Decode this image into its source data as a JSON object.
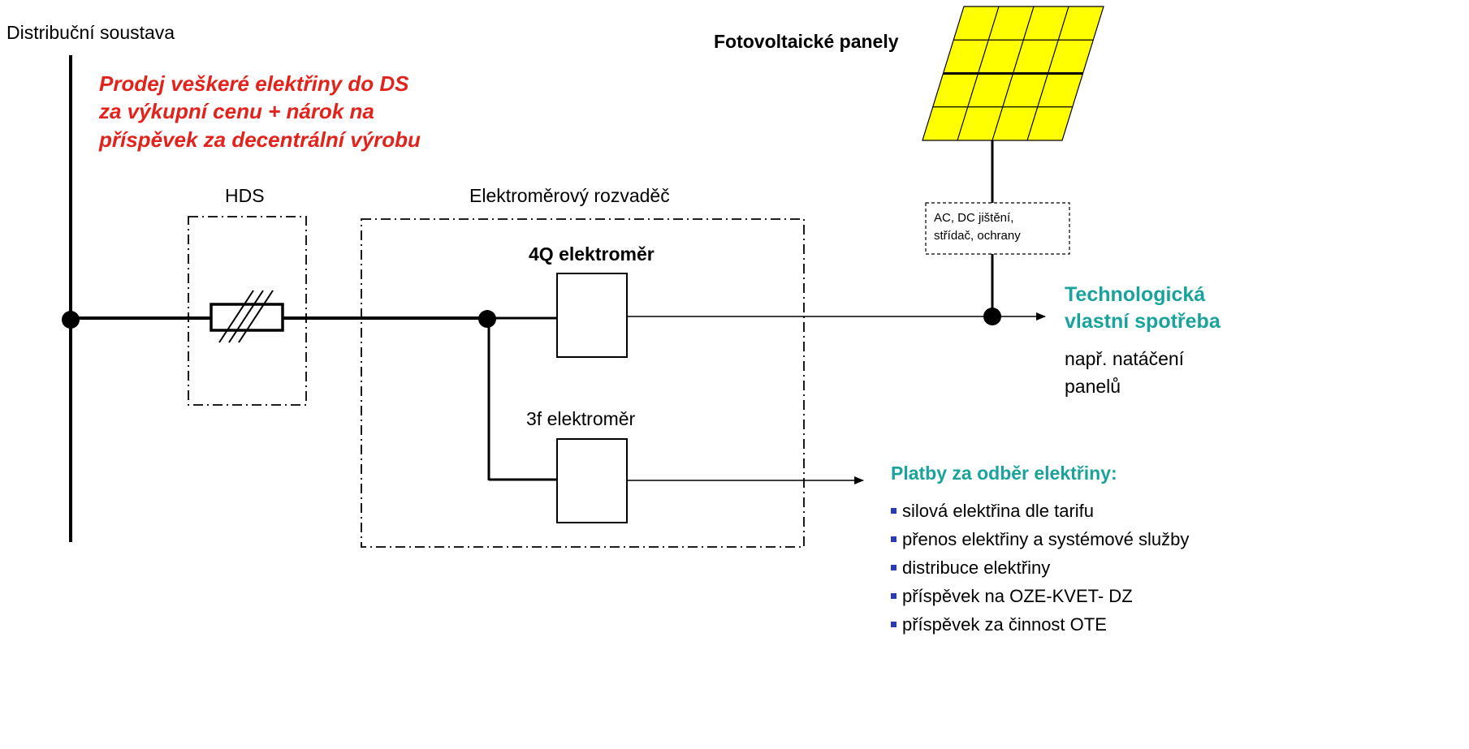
{
  "distribution_label": "Distribuční soustava",
  "sale_note": {
    "line1": "Prodej veškeré elektřiny do DS",
    "line2": "za výkupní cenu + nárok na",
    "line3": "příspěvek za decentrální výrobu"
  },
  "hds_label": "HDS",
  "meter_cabinet_label": "Elektroměrový rozvaděč",
  "meter_4q_label": "4Q elektroměr",
  "meter_3f_label": "3f elektroměr",
  "pv_panels_label": "Fotovoltaické panely",
  "inverter_box": {
    "line1": "AC, DC jištění,",
    "line2": "střídač, ochrany"
  },
  "self_consumption": {
    "title_line1": "Technologická",
    "title_line2": "vlastní spotřeba",
    "desc_line1": "např. natáčení",
    "desc_line2": "panelů"
  },
  "payments": {
    "title": "Platby za odběr elektřiny:",
    "items": [
      "silová elektřina dle tarifu",
      "přenos elektřiny a systémové služby",
      "distribuce elektřiny",
      "příspěvek na OZE-KVET- DZ",
      "příspěvek za činnost OTE"
    ]
  },
  "colors": {
    "red_text": "#e3221b",
    "teal_text": "#1aa39a",
    "panel_fill": "#ffff00",
    "bullet": "#2b3bb5"
  }
}
